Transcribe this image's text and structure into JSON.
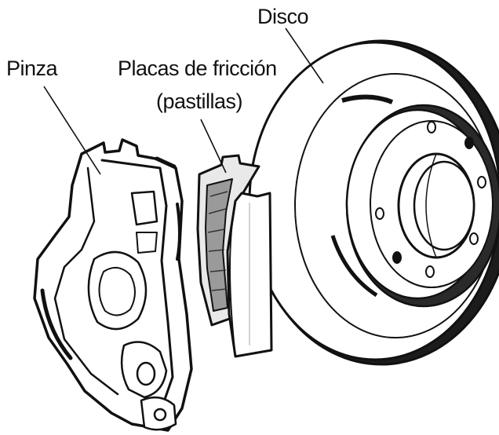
{
  "labels": {
    "disco": "Disco",
    "pinza": "Pinza",
    "placas": "Placas de fricción",
    "pastillas": "(pastillas)"
  },
  "colors": {
    "line": "#111111",
    "fill": "#ffffff",
    "shade": "#2a2a2a",
    "mid": "#bdbdbd"
  },
  "icons": {
    "caliper": "brake-caliper-illustration",
    "pads": "brake-pads-illustration",
    "disc": "brake-disc-illustration"
  }
}
